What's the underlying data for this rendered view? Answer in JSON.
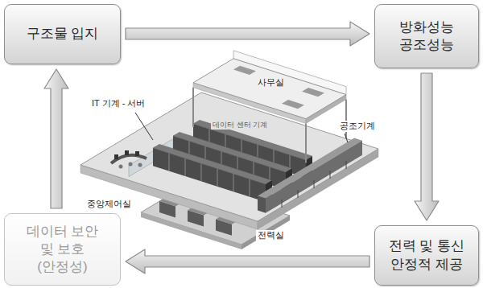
{
  "diagram": {
    "nodes": [
      {
        "text": [
          "구조물 입지"
        ]
      },
      {
        "text": [
          "방화성능 공조성능"
        ]
      },
      {
        "text": [
          "전력 및 통신 안정적 제공"
        ]
      },
      {
        "text": [
          "데이터 보안 및 보호 (안정성)"
        ]
      }
    ],
    "edges": [
      {
        "from": 0,
        "to": 1,
        "arrow": "to"
      },
      {
        "from": 1,
        "to": 2,
        "arrow": "to"
      },
      {
        "from": 2,
        "to": 3,
        "arrow": "to"
      },
      {
        "from": 3,
        "to": 0,
        "arrow": "to"
      }
    ],
    "labels": [
      "사무실",
      "IT 기계 - 서버",
      "데이터 센터 기계",
      "공조기계",
      "중앙제어실",
      "전력실"
    ]
  }
}
